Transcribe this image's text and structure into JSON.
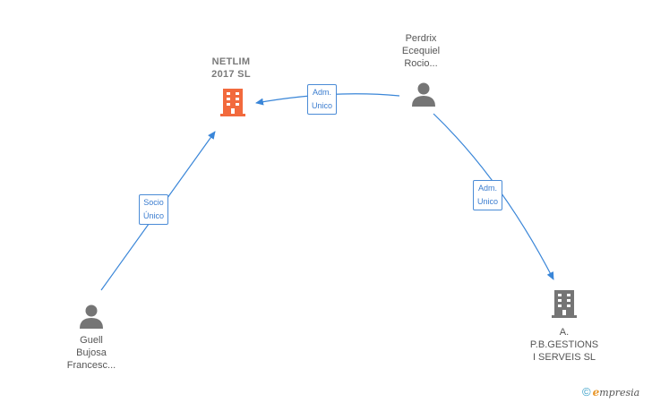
{
  "nodes": {
    "netlim": {
      "lines": [
        "NETLIM",
        "2017 SL"
      ],
      "kind": "company",
      "color": "#f26a3d"
    },
    "perdrix": {
      "lines": [
        "Perdrix",
        "Ecequiel",
        "Rocio..."
      ],
      "kind": "person",
      "color": "#757575"
    },
    "guell": {
      "lines": [
        "Guell",
        "Bujosa",
        "Francesc..."
      ],
      "kind": "person",
      "color": "#757575"
    },
    "pbgestions": {
      "lines": [
        "A.",
        "P.B.GESTIONS",
        "I SERVEIS SL"
      ],
      "kind": "company",
      "color": "#757575"
    }
  },
  "edges": {
    "perdrix_netlim": {
      "lines": [
        "Adm.",
        "Unico"
      ]
    },
    "guell_netlim": {
      "lines": [
        "Socio",
        "Único"
      ]
    },
    "perdrix_pbgestions": {
      "lines": [
        "Adm.",
        "Unico"
      ]
    }
  },
  "colors": {
    "edge": "#3a86d8"
  },
  "brand": {
    "copyright": "©",
    "initial": "e",
    "rest": "mpresia"
  }
}
